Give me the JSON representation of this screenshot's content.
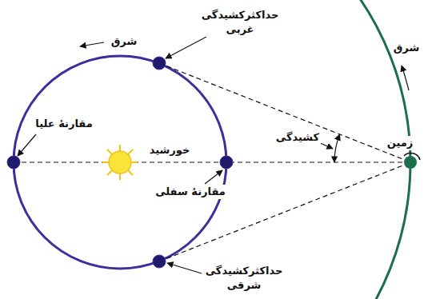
{
  "diagram": {
    "labels": [
      "شرق",
      "حداکثرکشیدگی غربی",
      "مقارنهٔ علیا",
      "خورشید",
      "مقارنهٔ سفلی",
      "کشیدگی",
      "زمین",
      "شرق",
      "حداکثرکشیدگی شرقی"
    ]
  }
}
